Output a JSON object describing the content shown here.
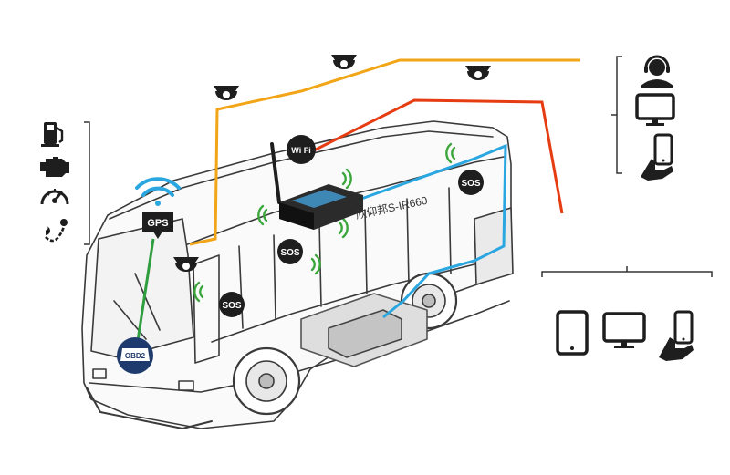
{
  "colors": {
    "cloud_line": "#f2a516",
    "phone_line": "#e63c12",
    "power_line": "#2aa7e0",
    "obd_line": "#2e9e3e",
    "signal_green": "#3aa63a",
    "icon_dark": "#1e1e1e",
    "wifi_blue": "#2aa7e0"
  },
  "labels": {
    "gps": "GPS",
    "wifi": "Wi Fi",
    "obd": "OBD2",
    "sos": "SOS",
    "device": "欣仰邦S-IR660"
  },
  "icons": {
    "left_panel": [
      "fuel-pump-icon",
      "engine-icon",
      "speedometer-icon",
      "route-icon"
    ],
    "right_top_panel": [
      "operator-headset-icon",
      "monitor-icon",
      "hand-phone-icon"
    ],
    "right_bottom_panel": [
      "tablet-icon",
      "monitor-icon",
      "hand-phone-icon"
    ],
    "cameras": [
      "dome-camera-icon",
      "dome-camera-icon",
      "dome-camera-icon",
      "dome-camera-icon"
    ]
  }
}
